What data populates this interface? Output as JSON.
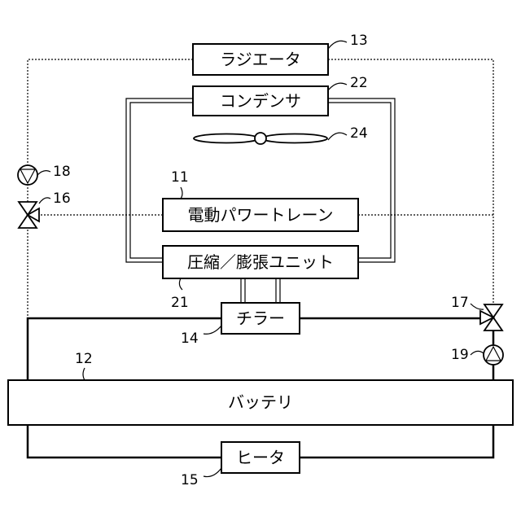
{
  "components": {
    "radiator": {
      "label": "ラジエータ",
      "ref": "13"
    },
    "condenser": {
      "label": "コンデンサ",
      "ref": "22"
    },
    "fan": {
      "ref": "24"
    },
    "powertrain": {
      "label": "電動パワートレーン",
      "ref": "11"
    },
    "compression_unit": {
      "label": "圧縮／膨張ユニット",
      "ref": "21"
    },
    "chiller": {
      "label": "チラー",
      "ref": "14"
    },
    "battery": {
      "label": "バッテリ",
      "ref": "12"
    },
    "heater": {
      "label": "ヒータ",
      "ref": "15"
    },
    "pump_left": {
      "ref": "18"
    },
    "valve_left": {
      "ref": "16"
    },
    "valve_right": {
      "ref": "17"
    },
    "pump_right": {
      "ref": "19"
    }
  }
}
